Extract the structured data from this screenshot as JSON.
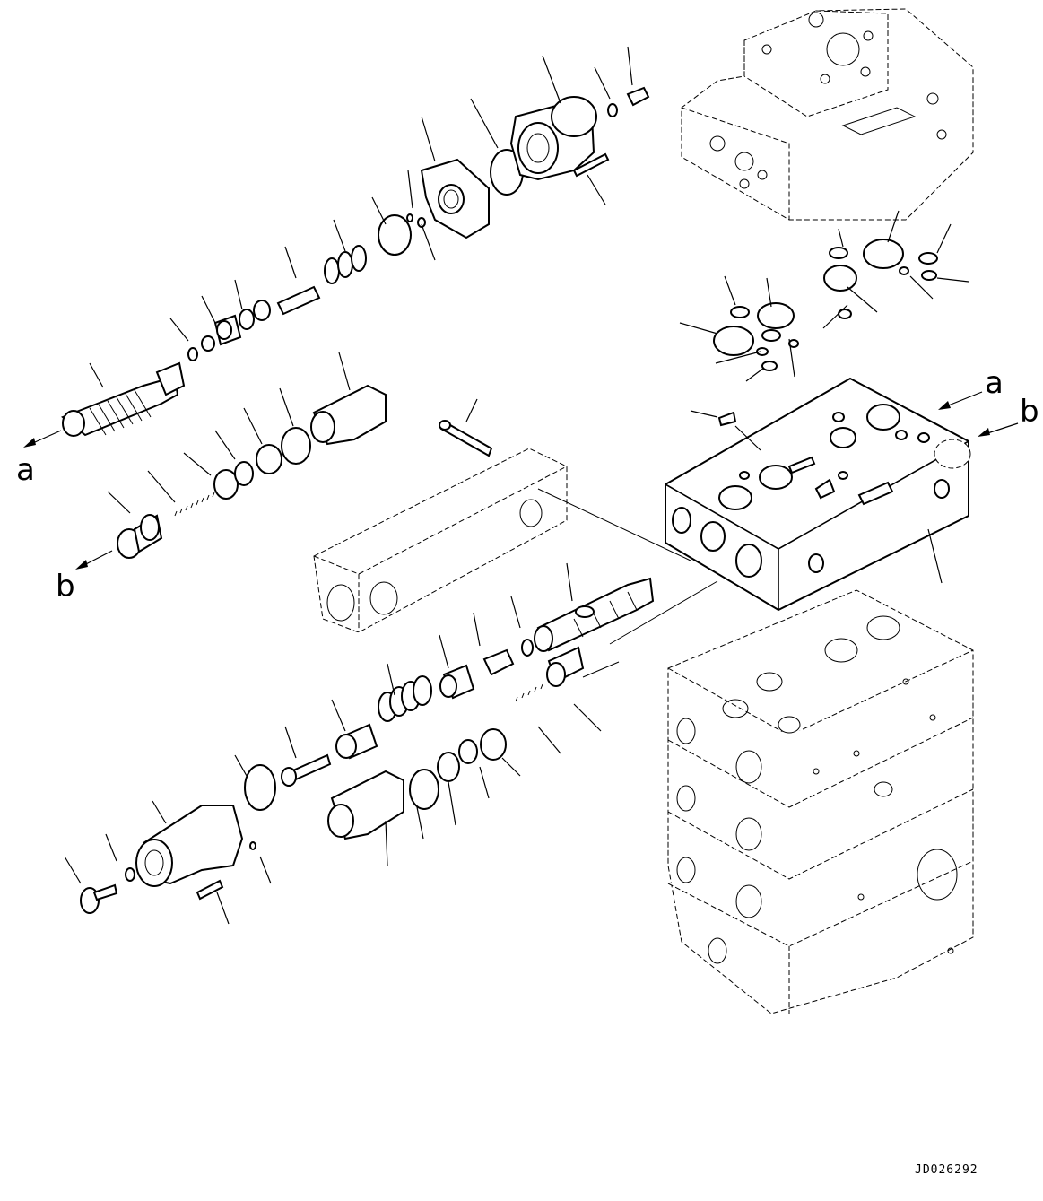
{
  "diagram": {
    "ref_a": "a",
    "ref_b": "b",
    "drawing_code": "JD026292"
  }
}
